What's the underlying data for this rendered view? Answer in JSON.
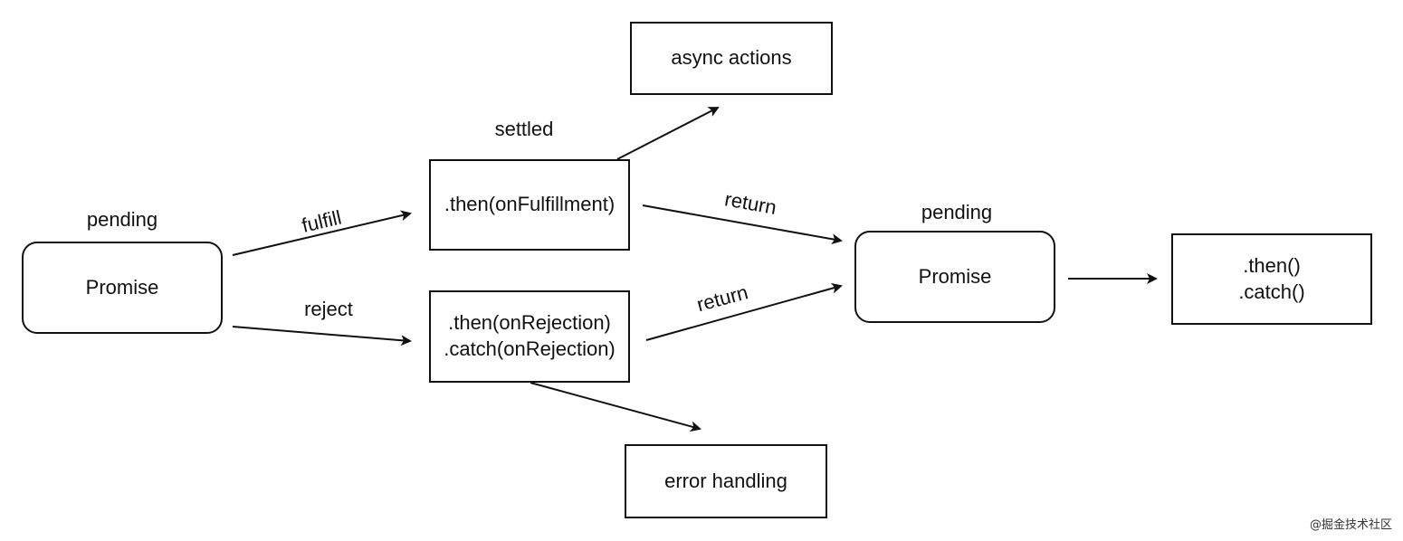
{
  "nodes": {
    "promise_start": {
      "label": "Promise",
      "state": "pending"
    },
    "then_fulfillment": {
      "label": ".then(onFulfillment)",
      "state": "settled"
    },
    "then_rejection": {
      "line1": ".then(onRejection)",
      "line2": ".catch(onRejection)"
    },
    "async_actions": {
      "label": "async actions"
    },
    "error_handling": {
      "label": "error handling"
    },
    "promise_end": {
      "label": "Promise",
      "state": "pending"
    },
    "then_catch": {
      "line1": ".then()",
      "line2": ".catch()"
    }
  },
  "edges": {
    "fulfill": "fulfill",
    "reject": "reject",
    "return_fulfill": "return",
    "return_reject": "return"
  },
  "colors": {
    "stroke": "#111111",
    "background": "#ffffff"
  },
  "watermark": "@掘金技术社区"
}
